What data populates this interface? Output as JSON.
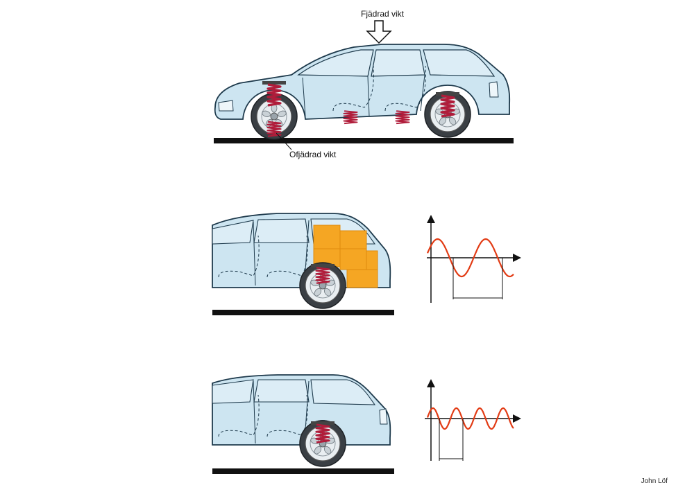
{
  "labels": {
    "sprung_weight": "Fjädrad vikt",
    "unsprung_weight": "Ofjädrad vikt"
  },
  "credit": "John Löf",
  "colors": {
    "body_fill": "#cde5f1",
    "body_stroke": "#1e3a4c",
    "glass": "#dcedf6",
    "spring": "#b01c3a",
    "cargo": "#f5a623",
    "wave": "#e23b14",
    "ground": "#111111"
  },
  "waves": [
    {
      "name": "heavy-load",
      "cycles_shown": 2,
      "description_key": "low frequency"
    },
    {
      "name": "light-load",
      "cycles_shown": 4,
      "description_key": "high frequency"
    }
  ]
}
